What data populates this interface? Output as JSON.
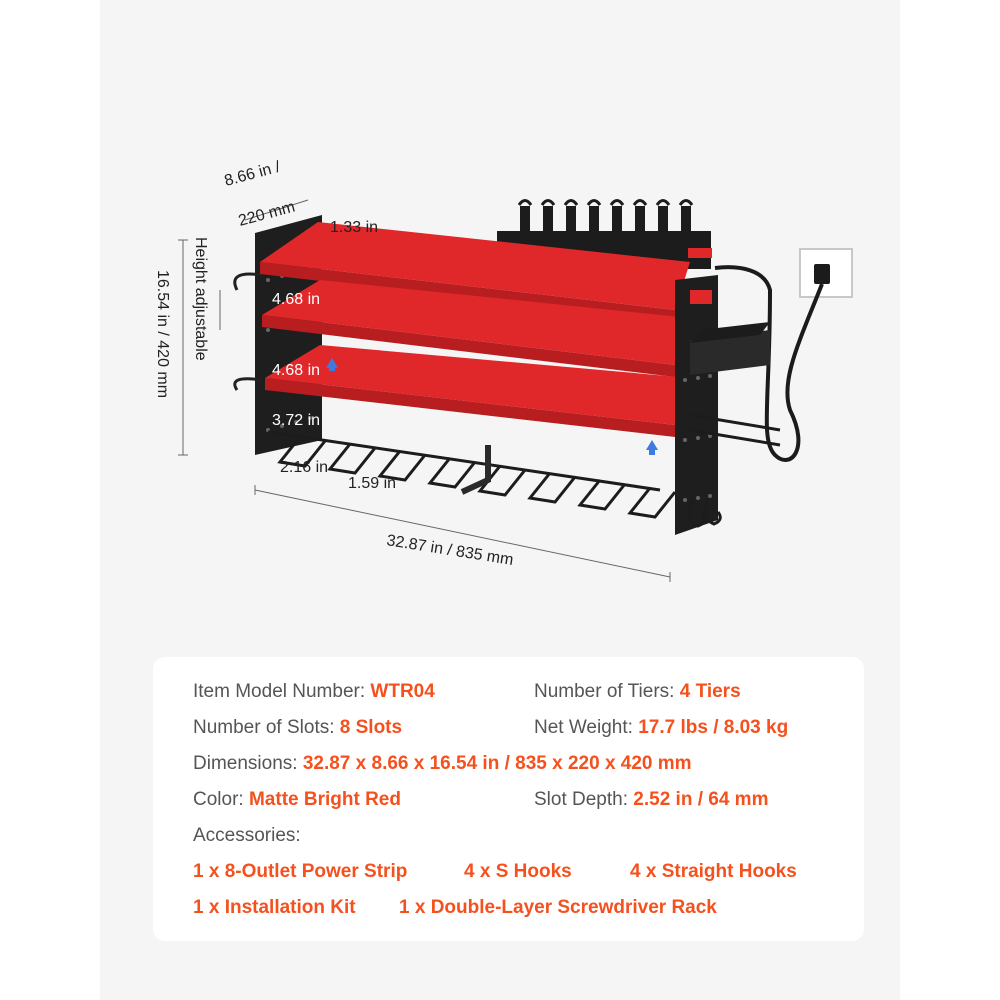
{
  "dimensions": {
    "depth_top": "8.66 in /",
    "depth_bottom": "220 mm",
    "top_gap": "1.33 in",
    "height_adjustable": "Height adjustable",
    "total_height": "16.54 in / 420 mm",
    "tier_gap_1": "4.68 in",
    "tier_gap_2": "4.68 in",
    "bottom_gap": "3.72 in",
    "slot_width": "2.16 in",
    "slot_gap": "1.59 in",
    "total_length": "32.87 in / 835 mm"
  },
  "specs": {
    "model_label": "Item Model Number:",
    "model_value": "WTR04",
    "tiers_label": "Number of Tiers:",
    "tiers_value": "4 Tiers",
    "slots_label": "Number of Slots:",
    "slots_value": "8 Slots",
    "weight_label": "Net Weight:",
    "weight_value": "17.7 lbs / 8.03 kg",
    "dimensions_label": "Dimensions:",
    "dimensions_value": "32.87 x 8.66 x 16.54 in / 835 x 220 x 420 mm",
    "color_label": "Color:",
    "color_value": "Matte Bright Red",
    "slot_depth_label": "Slot Depth:",
    "slot_depth_value": "2.52 in / 64 mm",
    "accessories_label": "Accessories:",
    "accessories": [
      "1 x 8-Outlet Power Strip",
      "4 x S Hooks",
      "4 x Straight Hooks",
      "1 x Installation Kit",
      "1 x Double-Layer Screwdriver Rack"
    ]
  },
  "colors": {
    "accent": "#f4511e",
    "shelf_red": "#e0282a",
    "frame_black": "#1c1c1c"
  }
}
